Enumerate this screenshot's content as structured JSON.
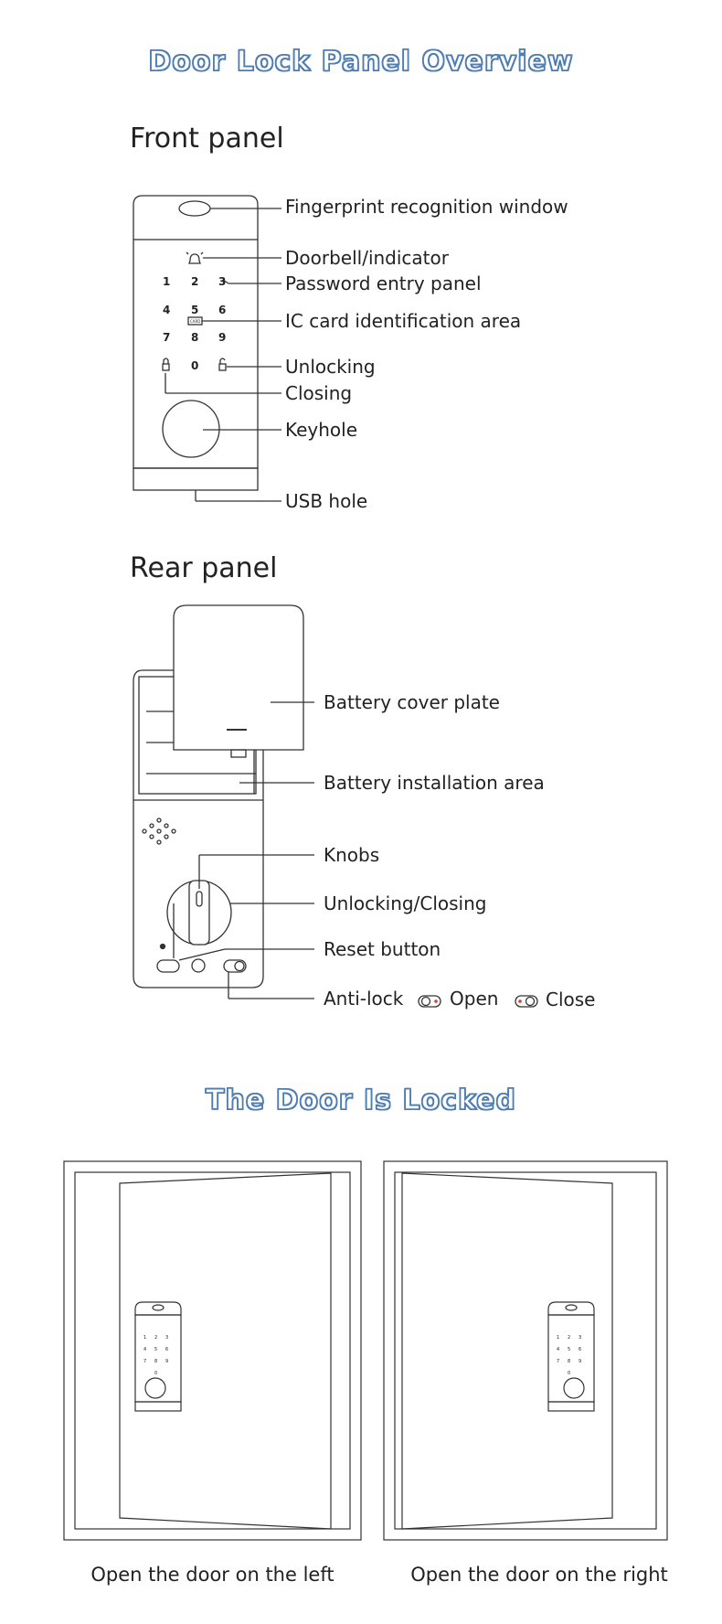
{
  "titles": {
    "overview": "Door Lock Panel Overview",
    "locked": "The Door Is Locked"
  },
  "front": {
    "heading": "Front panel",
    "keypad": [
      "1",
      "2",
      "3",
      "4",
      "5",
      "6",
      "7",
      "8",
      "9",
      "0"
    ],
    "card_mark": "CARD",
    "callouts": {
      "fingerprint": "Fingerprint recognition window",
      "doorbell": "Doorbell/indicator",
      "password": "Password entry panel",
      "ic_card": "IC card identification area",
      "unlocking": "Unlocking",
      "closing": "Closing",
      "keyhole": "Keyhole",
      "usb": "USB hole"
    }
  },
  "rear": {
    "heading": "Rear panel",
    "callouts": {
      "battery_cover": "Battery cover plate",
      "battery_area": "Battery installation area",
      "knobs": "Knobs",
      "unlock_close": "Unlocking/Closing",
      "reset": "Reset button",
      "anti_lock": "Anti-lock",
      "open": "Open",
      "close": "Close"
    }
  },
  "doors": {
    "left_caption": "Open the door on the left",
    "right_caption": "Open the door on the right"
  },
  "colors": {
    "title_outline": "#4f7db2",
    "line": "#333333",
    "indicator_red": "#d33a3a"
  }
}
